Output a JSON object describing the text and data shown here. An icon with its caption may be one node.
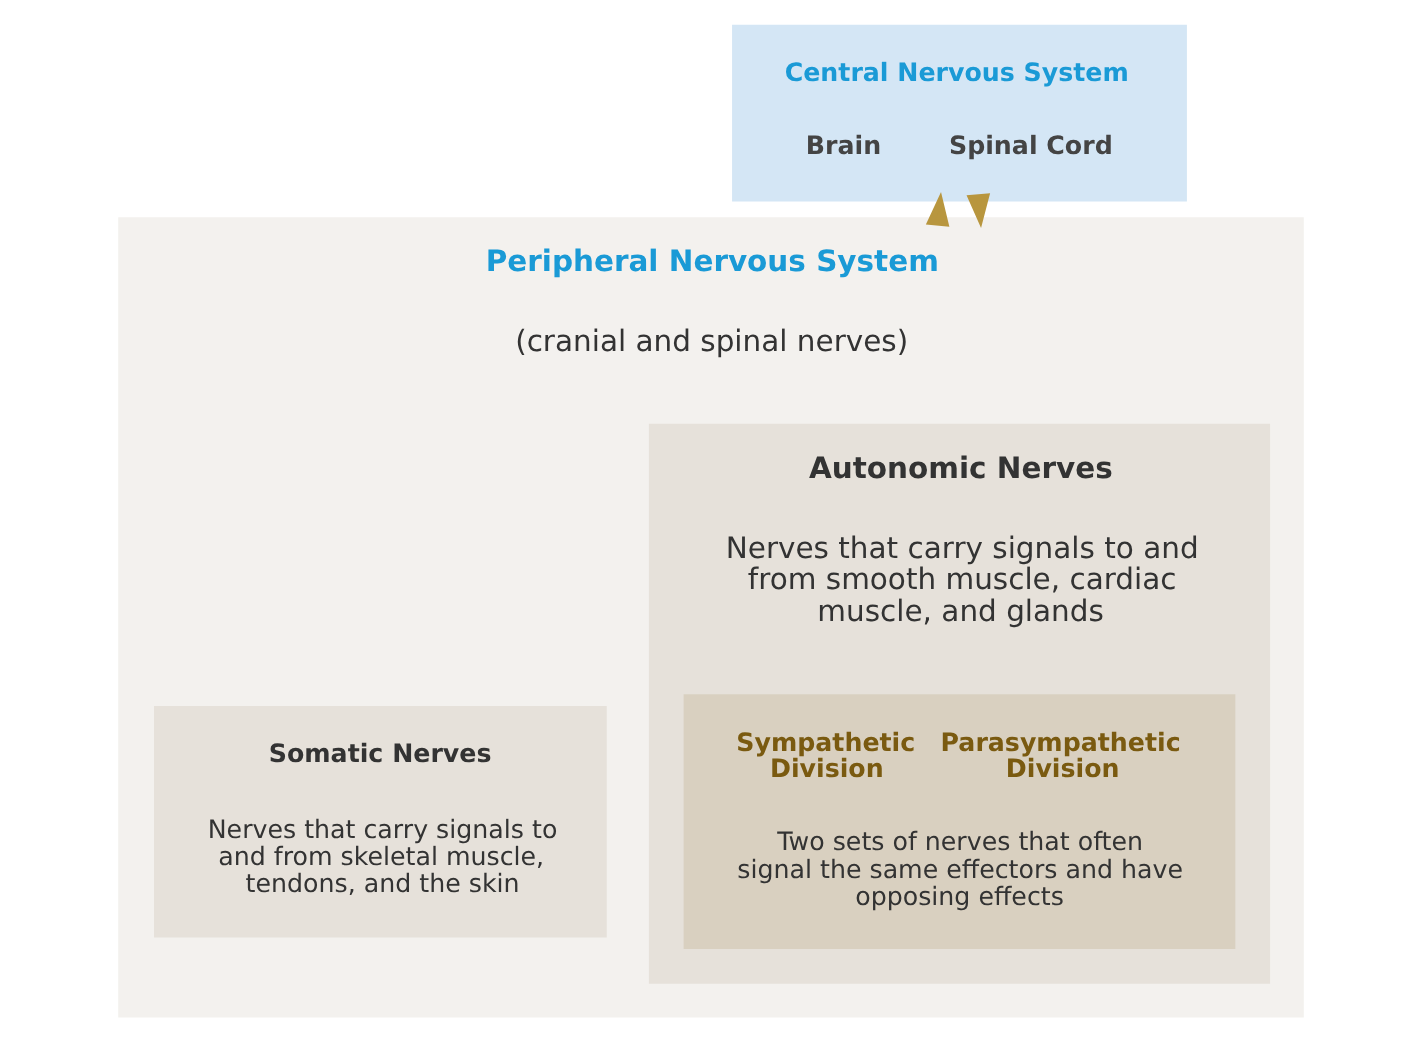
{
  "diagram": {
    "nodes": [
      {
        "text": [
          "Central Nervous System",
          "Brain",
          "Spinal Cord"
        ]
      },
      {
        "text": [
          "Peripheral Nervous System",
          "(cranial and spinal nerves)"
        ]
      },
      {
        "text": [
          "Autonomic Nerves",
          "Nerves that carry signals to and from smooth muscle, cardiac muscle, and glands"
        ],
        "in": 1
      },
      {
        "text": [
          "Sympathetic Division",
          "Parasympathetic Division",
          "Two sets of nerves that often signal the same effectors and have opposing effects"
        ],
        "in": 2
      },
      {
        "text": [
          "Somatic Nerves",
          "Nerves that carry signals to and from skeletal muscle, tendons, and the skin"
        ],
        "in": 1
      }
    ],
    "edges": [
      {
        "from": 0,
        "to": 1,
        "arrow": "to"
      },
      {
        "from": 1,
        "to": 0,
        "arrow": "to"
      }
    ]
  }
}
